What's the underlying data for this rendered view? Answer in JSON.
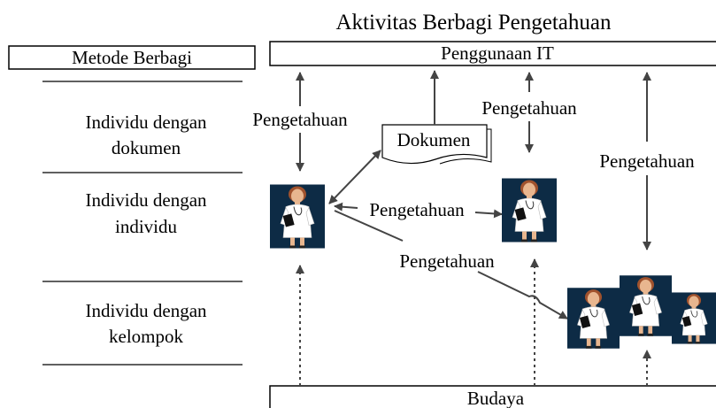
{
  "title": "Aktivitas Berbagi Pengetahuan",
  "method_header": "Metode Berbagi",
  "it_header": "Penggunaan IT",
  "culture_footer": "Budaya",
  "methods": [
    {
      "line1": "Individu dengan",
      "line2": "dokumen"
    },
    {
      "line1": "Individu dengan",
      "line2": "individu"
    },
    {
      "line1": "Individu dengan",
      "line2": "kelompok"
    }
  ],
  "document_label": "Dokumen",
  "knowledge_labels": {
    "it_individual": "Pengetahuan",
    "it_person2": "Pengetahuan",
    "it_group": "Pengetahuan",
    "individual_to_individual": "Pengetahuan",
    "individual_to_group": "Pengetahuan"
  },
  "colors": {
    "line": "#000000",
    "arrow": "#444444",
    "figure_background": "#0d2b45",
    "coat": "#ffffff",
    "hair": "#a0522d",
    "skin": "#e8b68f"
  },
  "icons": [
    "doctor-figure-icon",
    "document-shape"
  ]
}
